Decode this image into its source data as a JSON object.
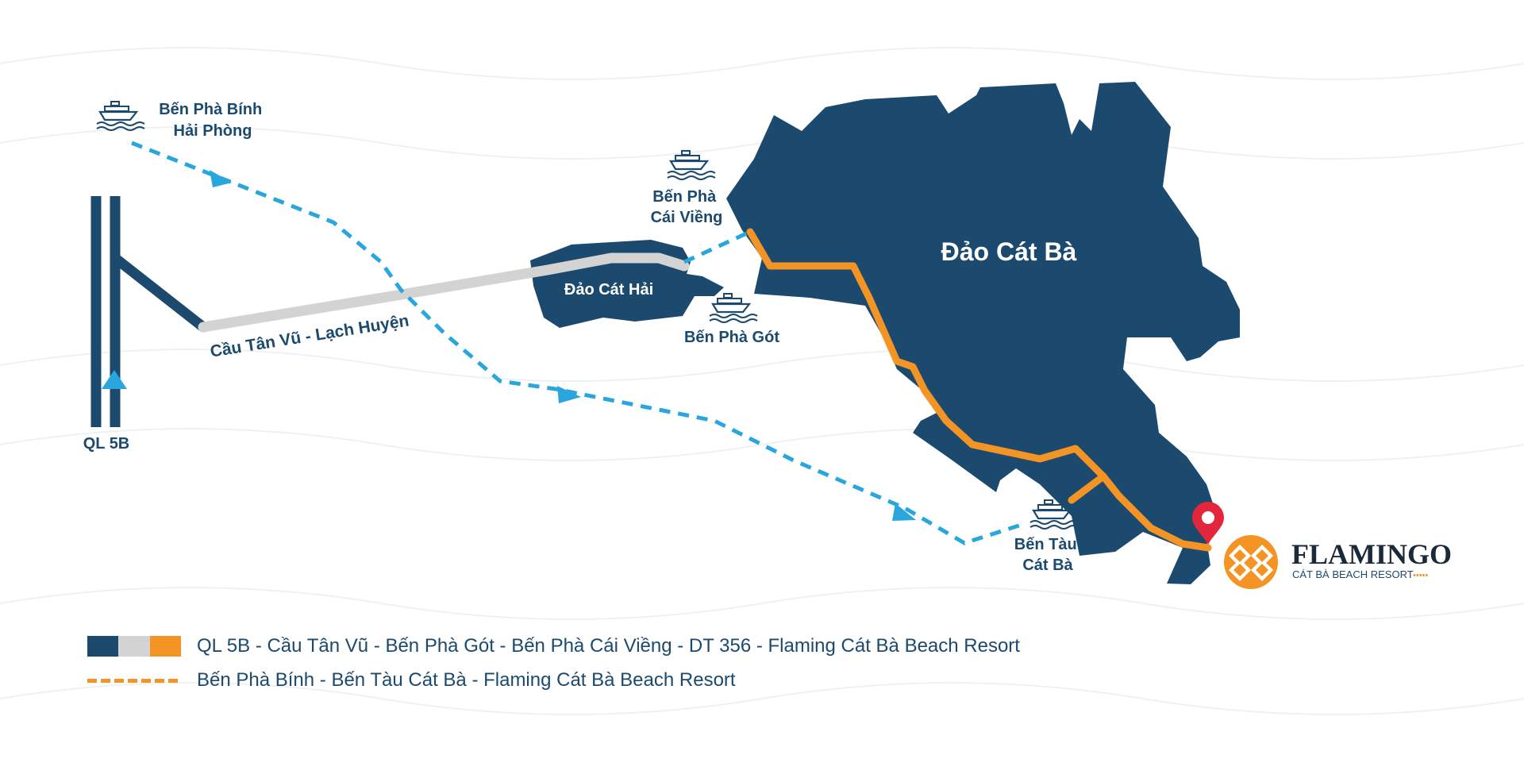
{
  "places": {
    "ben_pha_binh_line1": "Bến Phà Bính",
    "ben_pha_binh_line2": "Hải Phòng",
    "ben_pha_cai_vieng_line1": "Bến Phà",
    "ben_pha_cai_vieng_line2": "Cái Viềng",
    "dao_cat_hai": "Đảo Cát Hải",
    "ben_pha_got": "Bến Phà Gót",
    "dao_cat_ba": "Đảo Cát Bà",
    "ben_tau_line1": "Bến Tàu",
    "ben_tau_line2": "Cát Bà",
    "ql5b": "QL 5B",
    "bridge": "Cầu Tân Vũ - Lạch Huyện"
  },
  "brand": {
    "name": "FLAMINGO",
    "tagline": "CÁT BÀ BEACH RESORT",
    "tagline_dots": "•••••"
  },
  "legend": {
    "route1": "QL 5B - Cầu Tân Vũ - Bến Phà Gót - Bến Phà Cái Viềng - DT 356 - Flaming Cát Bà Beach Resort",
    "route2": "Bến Phà Bính - Bến Tàu Cát Bà - Flaming Cát Bà Beach Resort"
  },
  "colors": {
    "navy": "#1b4a6e",
    "gray": "#d3d3d3",
    "orange": "#f39425",
    "blue_dash": "#2aa6de",
    "pin_red": "#e3263b",
    "label": "#1b4a6e"
  },
  "icons": {
    "ferry": "ferry-icon",
    "pin": "location-pin-icon",
    "logo": "flamingo-logo-icon"
  }
}
